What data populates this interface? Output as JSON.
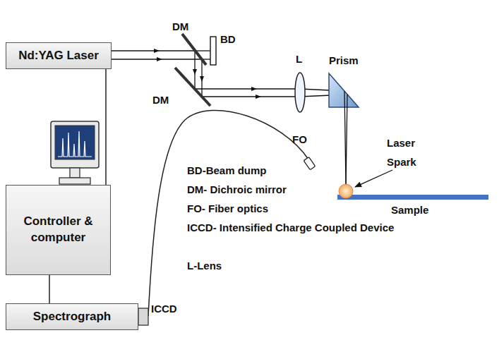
{
  "diagram": {
    "nodes": [
      {
        "text": [
          "Nd:YAG Laser"
        ]
      },
      {
        "text": [
          "Controller & computer"
        ]
      },
      {
        "text": [
          "Spectrograph"
        ]
      }
    ],
    "edges": [
      {
        "from": 0,
        "to": 1,
        "arrow": "none"
      },
      {
        "from": 1,
        "to": 2,
        "arrow": "none"
      }
    ],
    "labels": [
      "DM",
      "BD",
      "DM",
      "L",
      "Prism",
      "Laser Spark",
      "FO",
      "Sample",
      "BD-Beam dump",
      "DM- Dichroic mirror",
      "FO- Fiber optics",
      "ICCD- Intensified Charge Coupled Device",
      "L-Lens",
      "ICCD"
    ]
  }
}
